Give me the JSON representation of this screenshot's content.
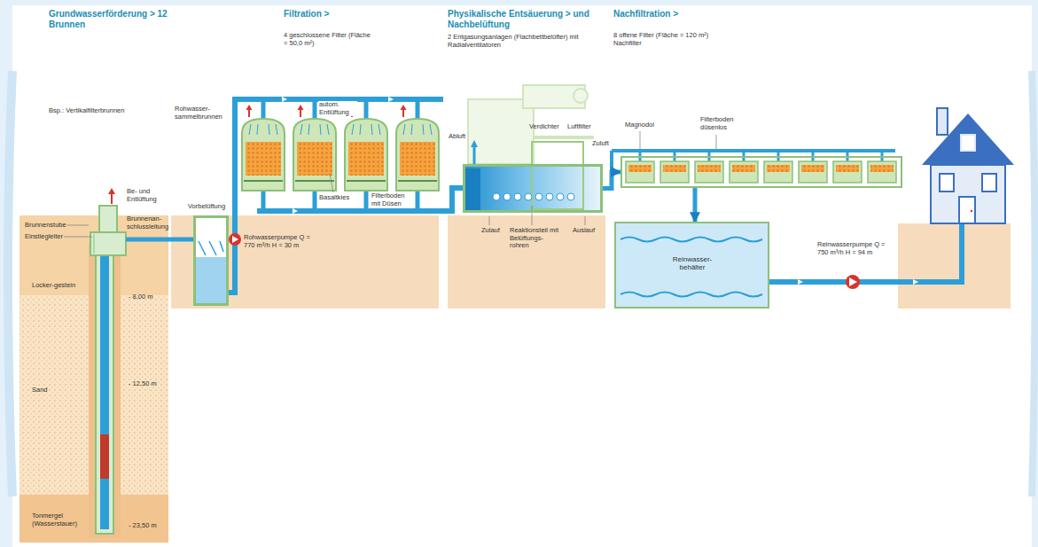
{
  "diagram": {
    "nodes": [
      {
        "text": [
          "Vorbelüftung"
        ]
      },
      {
        "text": [
          "Reaktionsteil mit Belüftungs-rohren"
        ]
      },
      {
        "text": [
          "Magnodol",
          "Filterboden düsenlos"
        ]
      },
      {
        "text": [
          "Reinwasser-behälter"
        ]
      }
    ],
    "edges": [
      {
        "from": 1,
        "to": 2,
        "arrow": "to"
      },
      {
        "from": 2,
        "to": 3,
        "arrow": "to"
      }
    ],
    "labels": [
      "Grundwasserförderung > 12 Brunnen",
      "Filtration >",
      "4 geschlossene Filter (Fläche = 50,0 m²)",
      "Physikalische Entsäuerung > und Nachbelüftung",
      "2 Entgasungsanlagen (Flachbettbelüfter) mit Radialventilatoren",
      "Nachfiltration >",
      "8 offene Filter (Fläche = 120 m²) Nachfilter",
      "Bsp.: Vertikalfilterbrunnen",
      "Rohwasser-sammelbrunnen",
      "autom. Entlüftung",
      "Be- und Entlüftung",
      "Brunnenstube",
      "Einstiegleiter",
      "Brunnenan-schlussleitung",
      "Rohwasserpumpe Q = 770 m³/h H = 30 m",
      "Basaltkies",
      "Filterboden mit Düsen",
      "Abluft",
      "Verdichter",
      "Luftfilter",
      "Zuluft",
      "Zulauf",
      "Auslauf",
      "Reinwasserpumpe Q = 750 m³/h H = 94 m",
      "Locker-gestein",
      "- 8,00 m",
      "Sand",
      "- 12,50 m",
      "Tonmergel (Wasserstauer)",
      "- 23,50 m"
    ]
  }
}
